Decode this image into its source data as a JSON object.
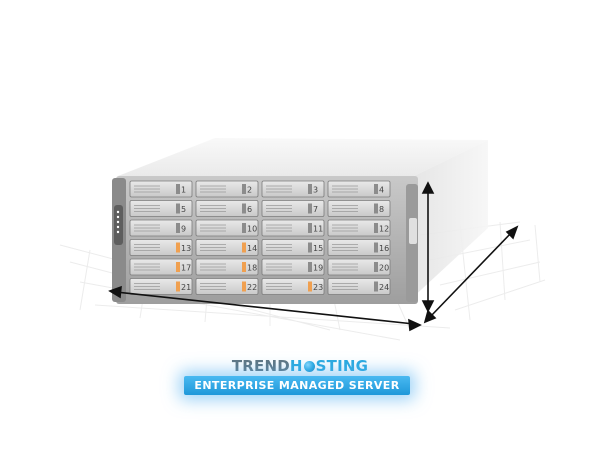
{
  "brand": {
    "name_part1": "TREND",
    "name_part2": "H",
    "name_part3": "STING",
    "logo_icon": "globe-icon",
    "tagline": "ENTERPRISE MANAGED SERVER"
  },
  "server": {
    "bay_numbers": [
      "1",
      "2",
      "3",
      "4",
      "5",
      "6",
      "7",
      "8",
      "9",
      "10",
      "11",
      "12",
      "13",
      "14",
      "15",
      "16",
      "17",
      "18",
      "19",
      "20",
      "21",
      "22",
      "23",
      "24"
    ],
    "highlighted_bays": [
      "13",
      "14",
      "17",
      "18",
      "21",
      "22",
      "23"
    ],
    "icons": [
      "dimension-arrow-width-icon",
      "dimension-arrow-height-icon",
      "dimension-arrow-depth-icon"
    ]
  },
  "colors": {
    "brand_gray": "#5f7480",
    "brand_blue": "#2aa9df",
    "badge_blue": "#2fa7e6",
    "led_orange": "#f0a050"
  }
}
